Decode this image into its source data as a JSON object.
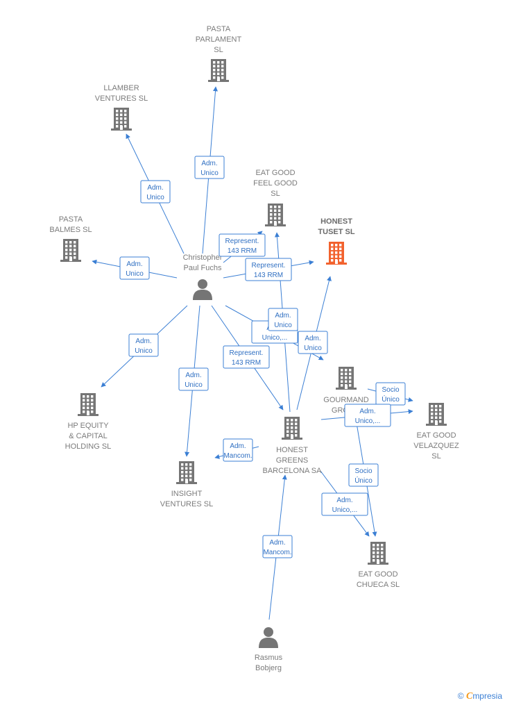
{
  "colors": {
    "edge": "#3b7fd4",
    "company": "#757575",
    "focus": "#f2622e",
    "person": "#757575"
  },
  "nodes": [
    {
      "id": "pasta_parlament",
      "type": "company",
      "label": [
        "PASTA",
        "PARLAMENT",
        "SL"
      ]
    },
    {
      "id": "llamber",
      "type": "company",
      "label": [
        "LLAMBER",
        "VENTURES  SL"
      ]
    },
    {
      "id": "eat_feel",
      "type": "company",
      "label": [
        "EAT GOOD",
        "FEEL GOOD",
        "SL"
      ]
    },
    {
      "id": "honest_tuset",
      "type": "company",
      "focus": true,
      "label": [
        "HONEST",
        "TUSET  SL"
      ]
    },
    {
      "id": "pasta_balmes",
      "type": "company",
      "label": [
        "PASTA",
        "BALMES  SL"
      ]
    },
    {
      "id": "christopher",
      "type": "person",
      "label": [
        "Christopher",
        "Paul Fuchs"
      ]
    },
    {
      "id": "gourmand",
      "type": "company",
      "label": [
        "GOURMAND",
        "GROU..."
      ]
    },
    {
      "id": "eat_velazquez",
      "type": "company",
      "label": [
        "EAT GOOD",
        "VELAZQUEZ",
        "SL"
      ]
    },
    {
      "id": "hp_equity",
      "type": "company",
      "label": [
        "HP EQUITY",
        "& CAPITAL",
        "HOLDING  SL"
      ]
    },
    {
      "id": "honest_greens",
      "type": "company",
      "label": [
        "HONEST",
        "GREENS",
        "BARCELONA SA"
      ]
    },
    {
      "id": "insight",
      "type": "company",
      "label": [
        "INSIGHT",
        "VENTURES  SL"
      ]
    },
    {
      "id": "eat_chueca",
      "type": "company",
      "label": [
        "EAT GOOD",
        "CHUECA  SL"
      ]
    },
    {
      "id": "rasmus",
      "type": "person",
      "label": [
        "Rasmus",
        "Bobjerg"
      ]
    }
  ],
  "edges": [
    {
      "from": "christopher",
      "to": "pasta_parlament",
      "label": [
        "Adm.",
        "Unico"
      ]
    },
    {
      "from": "christopher",
      "to": "llamber",
      "label": [
        "Adm.",
        "Unico"
      ]
    },
    {
      "from": "christopher",
      "to": "pasta_balmes",
      "label": [
        "Adm.",
        "Unico"
      ]
    },
    {
      "from": "christopher",
      "to": "eat_feel",
      "label": [
        "Represent.",
        "143 RRM"
      ]
    },
    {
      "from": "christopher",
      "to": "honest_tuset",
      "label": [
        "Represent.",
        "143 RRM"
      ]
    },
    {
      "from": "christopher",
      "to": "hp_equity",
      "label": [
        "Adm.",
        "Unico"
      ]
    },
    {
      "from": "christopher",
      "to": "insight",
      "label": [
        "Adm.",
        "Unico"
      ]
    },
    {
      "from": "christopher",
      "to": "honest_greens",
      "label": [
        "Represent.",
        "143 RRM"
      ]
    },
    {
      "from": "christopher",
      "to": "gourmand",
      "label": [
        "Adm.",
        "Unico,..."
      ]
    },
    {
      "from": "honest_greens",
      "to": "eat_feel",
      "label": [
        "Adm.",
        "Unico"
      ]
    },
    {
      "from": "honest_greens",
      "to": "honest_tuset",
      "label": [
        "Adm.",
        "Unico"
      ]
    },
    {
      "from": "honest_greens",
      "to": "insight",
      "label": [
        "Adm.",
        "Mancom."
      ]
    },
    {
      "from": "honest_greens",
      "to": "eat_chueca",
      "label": [
        "Adm.",
        "Unico,..."
      ]
    },
    {
      "from": "gourmand",
      "to": "eat_velazquez",
      "label": [
        "Socio",
        "Único"
      ]
    },
    {
      "from": "gourmand",
      "to": "eat_chueca",
      "label": [
        "Socio",
        "Único"
      ]
    },
    {
      "from": "honest_greens",
      "to": "eat_velazquez",
      "label": [
        "Adm.",
        "Unico,..."
      ]
    },
    {
      "from": "rasmus",
      "to": "honest_greens",
      "label": [
        "Adm.",
        "Mancom."
      ]
    }
  ],
  "footer": {
    "copyright": "©",
    "brand_initial": "C",
    "brand_rest": "mpresia"
  }
}
